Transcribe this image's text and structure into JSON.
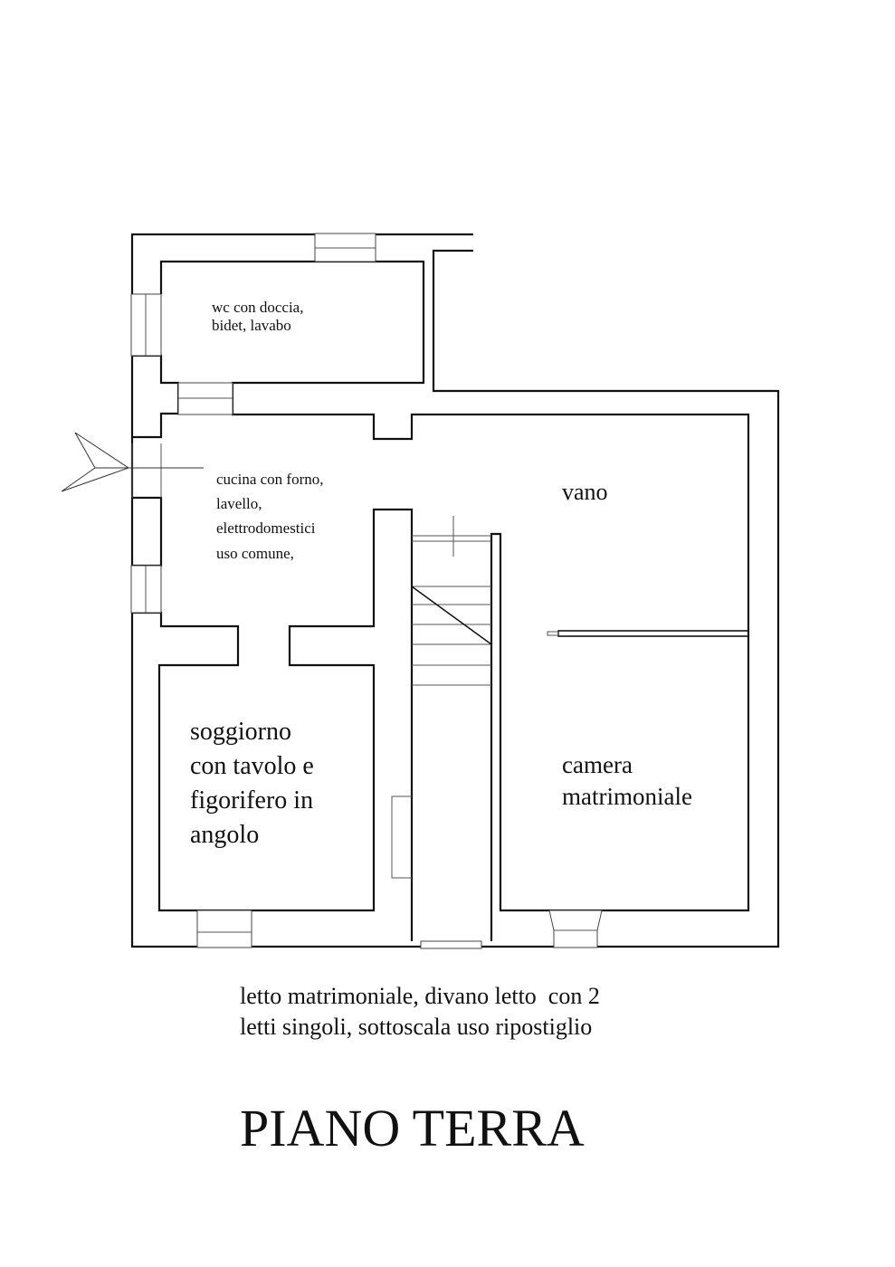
{
  "rooms": {
    "wc": [
      "wc con doccia,",
      "bidet, lavabo"
    ],
    "cucina": [
      "cucina con forno,",
      "lavello,",
      "elettrodomestici",
      "uso comune,"
    ],
    "vano": [
      "vano"
    ],
    "soggiorno": [
      "soggiorno",
      "con tavolo e",
      "figorifero in",
      "angolo"
    ],
    "camera": [
      "camera",
      "matrimoniale"
    ]
  },
  "notes": [
    "letto matrimoniale, divano letto  con 2",
    "letti singoli, sottoscala uso ripostiglio"
  ],
  "title": "PIANO TERRA"
}
